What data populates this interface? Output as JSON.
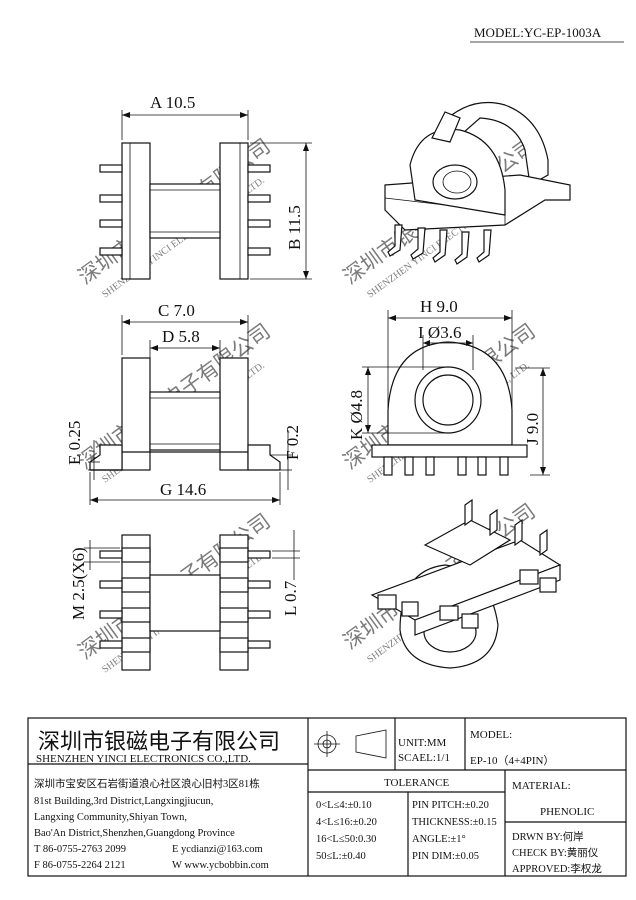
{
  "model_header": "MODEL:YC-EP-1003A",
  "dimensions": {
    "a": "A 10.5",
    "b": "B 11.5",
    "c": "C 7.0",
    "d": "D 5.8",
    "e": "E 0.25",
    "f": "F 0.2",
    "g": "G 14.6",
    "h": "H 9.0",
    "i": "I Ø3.6",
    "j": "J 9.0",
    "k": "K Ø4.8",
    "l": "L 0.7",
    "m": "M 2.5(X6)"
  },
  "watermark": {
    "cn": "深圳市银磁电子有限公司",
    "en": "SHENZHEN YINCI ELECTRONICS CO., LTD."
  },
  "title_block": {
    "company_cn": "深圳市银磁电子有限公司",
    "company_en": "SHENZHEN YINCI ELECTRONICS CO.,LTD.",
    "address_cn": "深圳市宝安区石岩街道浪心社区浪心旧村3区81栋",
    "address_en_1": "81st Building,3rd District,Langxingjiucun,",
    "address_en_2": "Langxing Community,Shiyan Town,",
    "address_en_3": "Bao'An District,Shenzhen,Guangdong Province",
    "tel": "T 86-0755-2763 2099",
    "email": "E ycdianzi@163.com",
    "fax": "F 86-0755-2264 2121",
    "web": "W www.ycbobbin.com",
    "unit": "UNIT:MM",
    "scale": "SCAEL:1/1",
    "model_label": "MODEL:",
    "model_value": "EP-10（4+4PIN）",
    "tolerance_title": "TOLERANCE",
    "tolerance_rows": [
      "0<L≤4:±0.10",
      "4<L≤16:±0.20",
      "16<L≤50:0.30",
      "50≤L:±0.40"
    ],
    "pin_rows": [
      "PIN PITCH:±0.20",
      "THICKNESS:±0.15",
      "ANGLE:±1°",
      "PIN DIM:±0.05"
    ],
    "material_label": "MATERIAL:",
    "material_value": "PHENOLIC",
    "drawn_by": "DRWN BY:何岸",
    "check_by": "CHECK BY:黄丽仪",
    "approved": "APPROVED:李权龙"
  }
}
